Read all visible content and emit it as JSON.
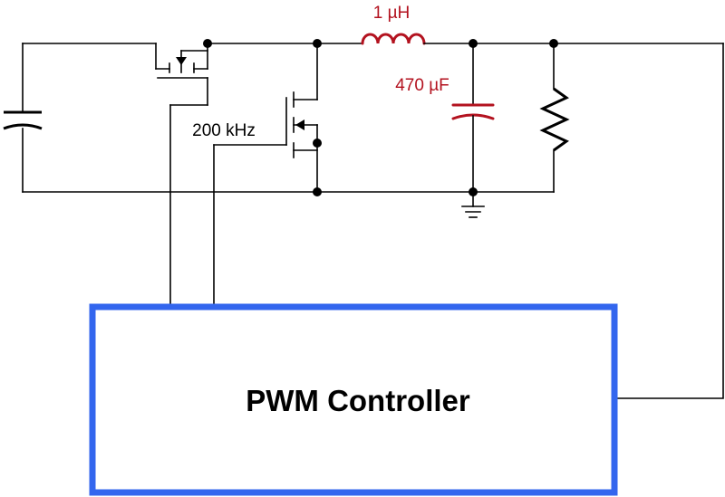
{
  "labels": {
    "inductor": "1 µH",
    "capacitor": "470 µF",
    "frequency": "200 kHz",
    "controller": "PWM Controller"
  },
  "colors": {
    "wire": "#000000",
    "component_highlight": "#b3121f",
    "controller_border": "#3366ee"
  }
}
